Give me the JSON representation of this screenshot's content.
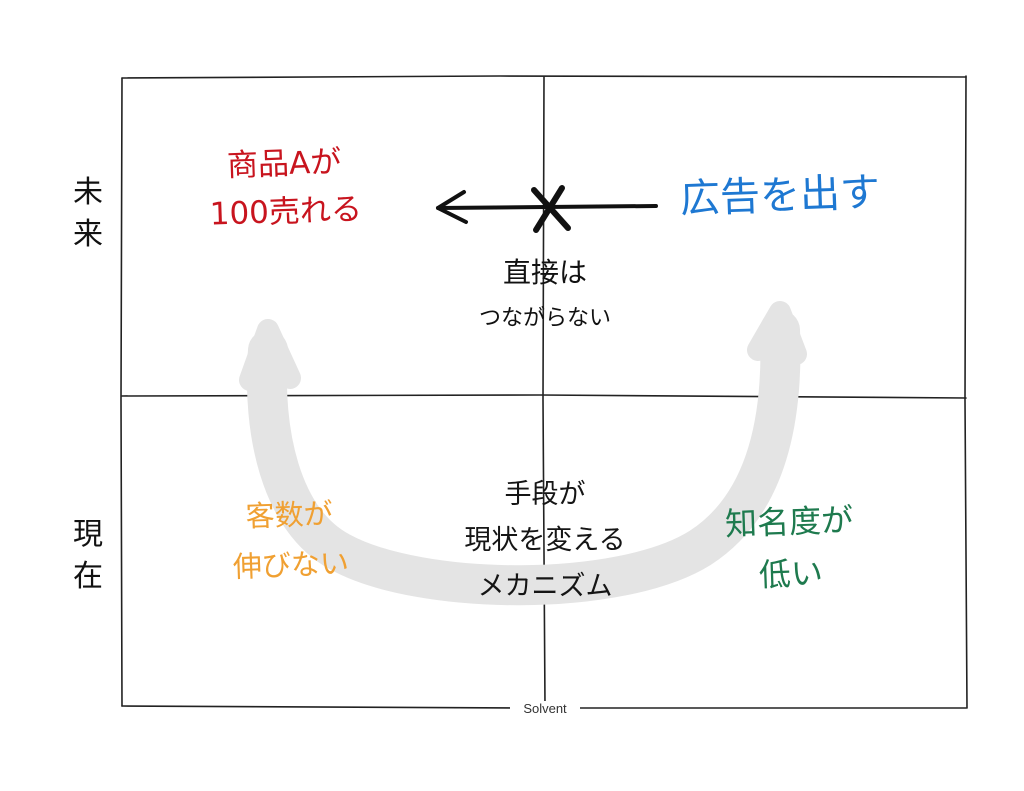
{
  "colors": {
    "red": "#c8141e",
    "blue": "#1e78d2",
    "orange": "#f0a032",
    "green": "#1e7a4e",
    "ink": "#111111",
    "arrow_gray": "#e4e4e4",
    "grid": "#222222"
  },
  "rows": {
    "future": [
      "未",
      "来"
    ],
    "present": [
      "現",
      "在"
    ]
  },
  "quadrants": {
    "top_left": [
      "商品Aが",
      "100売れる"
    ],
    "top_right": [
      "広告を出す"
    ],
    "bottom_left": [
      "客数が",
      "伸びない"
    ],
    "bottom_right": [
      "知名度が",
      "低い"
    ]
  },
  "center": {
    "top_big": "直接は",
    "top_small": "つながらない",
    "bottom": [
      "手段が",
      "現状を変える",
      "メカニズム"
    ]
  },
  "credit": "Solvent"
}
